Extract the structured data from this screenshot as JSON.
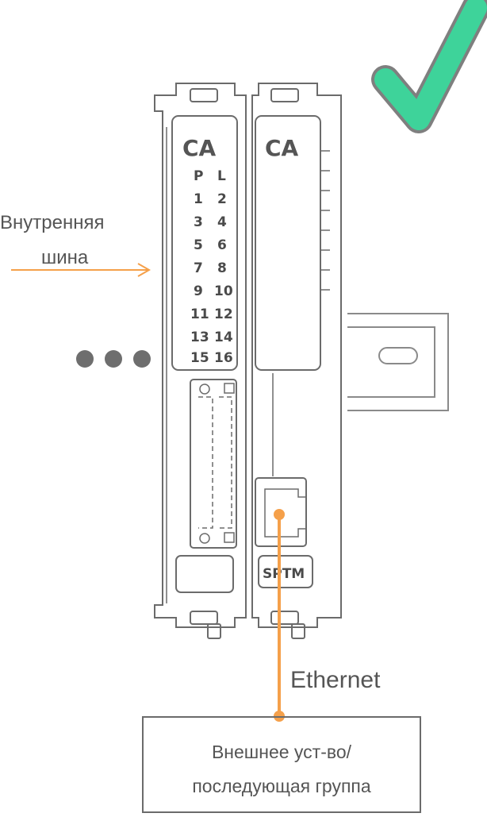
{
  "labels": {
    "internal_bus_line1": "Внутренняя",
    "internal_bus_line2": "шина",
    "ethernet": "Ethernet",
    "box_line1": "Внешнее уст-во/",
    "box_line2": "последующая группа"
  },
  "module_left": {
    "logo": "CA",
    "channels": [
      "P",
      "L",
      "1",
      "2",
      "3",
      "4",
      "5",
      "6",
      "7",
      "8",
      "9",
      "10",
      "11",
      "12",
      "13",
      "14",
      "15",
      "16"
    ]
  },
  "module_right": {
    "logo": "CA",
    "badge": "SPTM"
  },
  "colors": {
    "accent_orange": "#f5a04a",
    "check_green": "#3ed39a",
    "outline_gray": "#6b6b6b",
    "dots_gray": "#6e6e6e"
  },
  "icons": {
    "checkmark": "checkmark-icon",
    "ellipsis": "ellipsis-icon",
    "ethernet_port": "rj45-port-icon"
  }
}
